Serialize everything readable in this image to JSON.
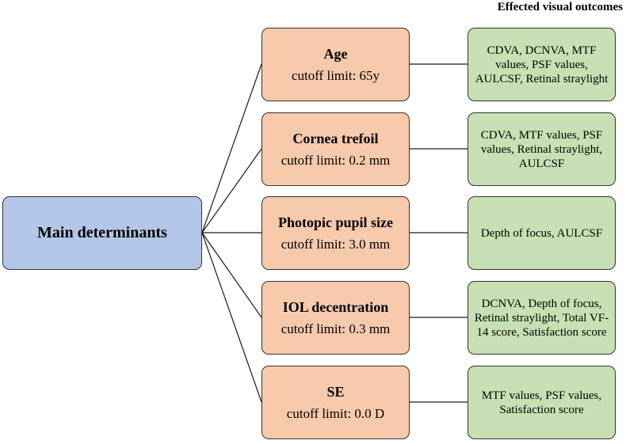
{
  "header": {
    "title": "Effected visual outcomes"
  },
  "main": {
    "label": "Main determinants"
  },
  "determinants": [
    {
      "name": "Age",
      "cutoff": "cutoff limit: 65y",
      "outcomes": "CDVA, DCNVA, MTF values, PSF values, AULCSF, Retinal straylight"
    },
    {
      "name": "Cornea trefoil",
      "cutoff": "cutoff limit: 0.2 mm",
      "outcomes": "CDVA, MTF values, PSF values, Retinal straylight, AULCSF"
    },
    {
      "name": "Photopic pupil size",
      "cutoff": "cutoff limit: 3.0 mm",
      "outcomes": "Depth of focus, AULCSF"
    },
    {
      "name": "IOL decentration",
      "cutoff": "cutoff limit: 0.3 mm",
      "outcomes": "DCNVA, Depth of focus, Retinal straylight, Total VF-14 score, Satisfaction score"
    },
    {
      "name": "SE",
      "cutoff": "cutoff limit: 0.0 D",
      "outcomes": "MTF values, PSF values, Satisfaction score"
    }
  ],
  "colors": {
    "main": "#b4c6e7",
    "determinant": "#f7caac",
    "outcome": "#c6e0b4",
    "border": "#333333"
  }
}
